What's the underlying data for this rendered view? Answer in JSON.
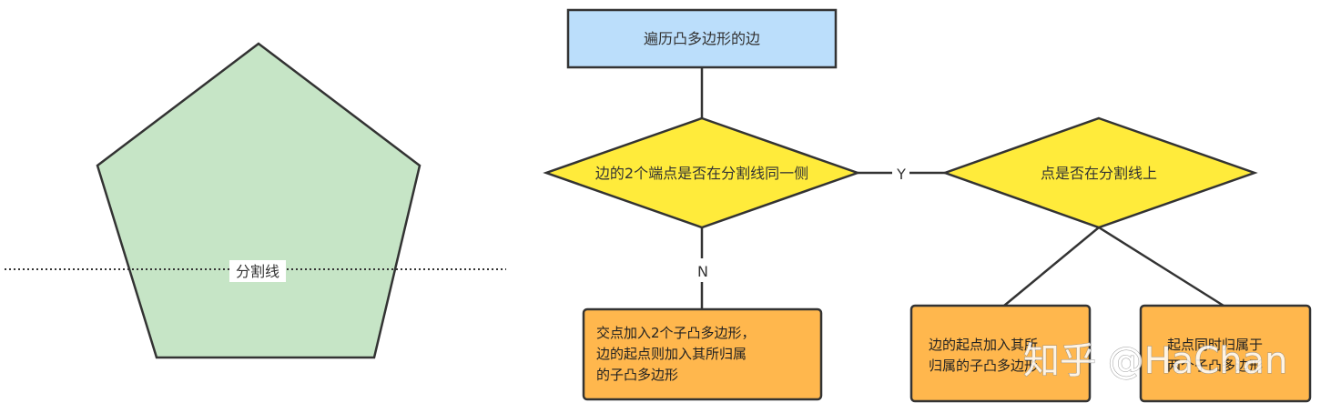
{
  "left_figure": {
    "split_line_label": "分割线",
    "pentagon_color": "#c6e5c6",
    "stroke_color": "#333333"
  },
  "flowchart": {
    "start_box": {
      "text": "遍历凸多边形的边",
      "color": "#bbdefb"
    },
    "decision_1": {
      "text": "边的2个端点是否在分割线同一侧",
      "color": "#ffeb3b"
    },
    "decision_2": {
      "text": "点是否在分割线上",
      "color": "#ffeb3b"
    },
    "edge_yes_label": "Y",
    "edge_no_label": "N",
    "result_n": {
      "lines": [
        "交点加入2个子凸多边形，",
        "边的起点则加入其所归属",
        "的子凸多边形"
      ],
      "color": "#ffb74d"
    },
    "result_left": {
      "lines": [
        "边的起点加入其所",
        "归属的子凸多边形"
      ],
      "color": "#ffb74d"
    },
    "result_right": {
      "lines": [
        "起点同时归属于",
        "两个子凸多边形"
      ],
      "color": "#ffb74d"
    }
  },
  "watermark": "知乎 @HaChan"
}
